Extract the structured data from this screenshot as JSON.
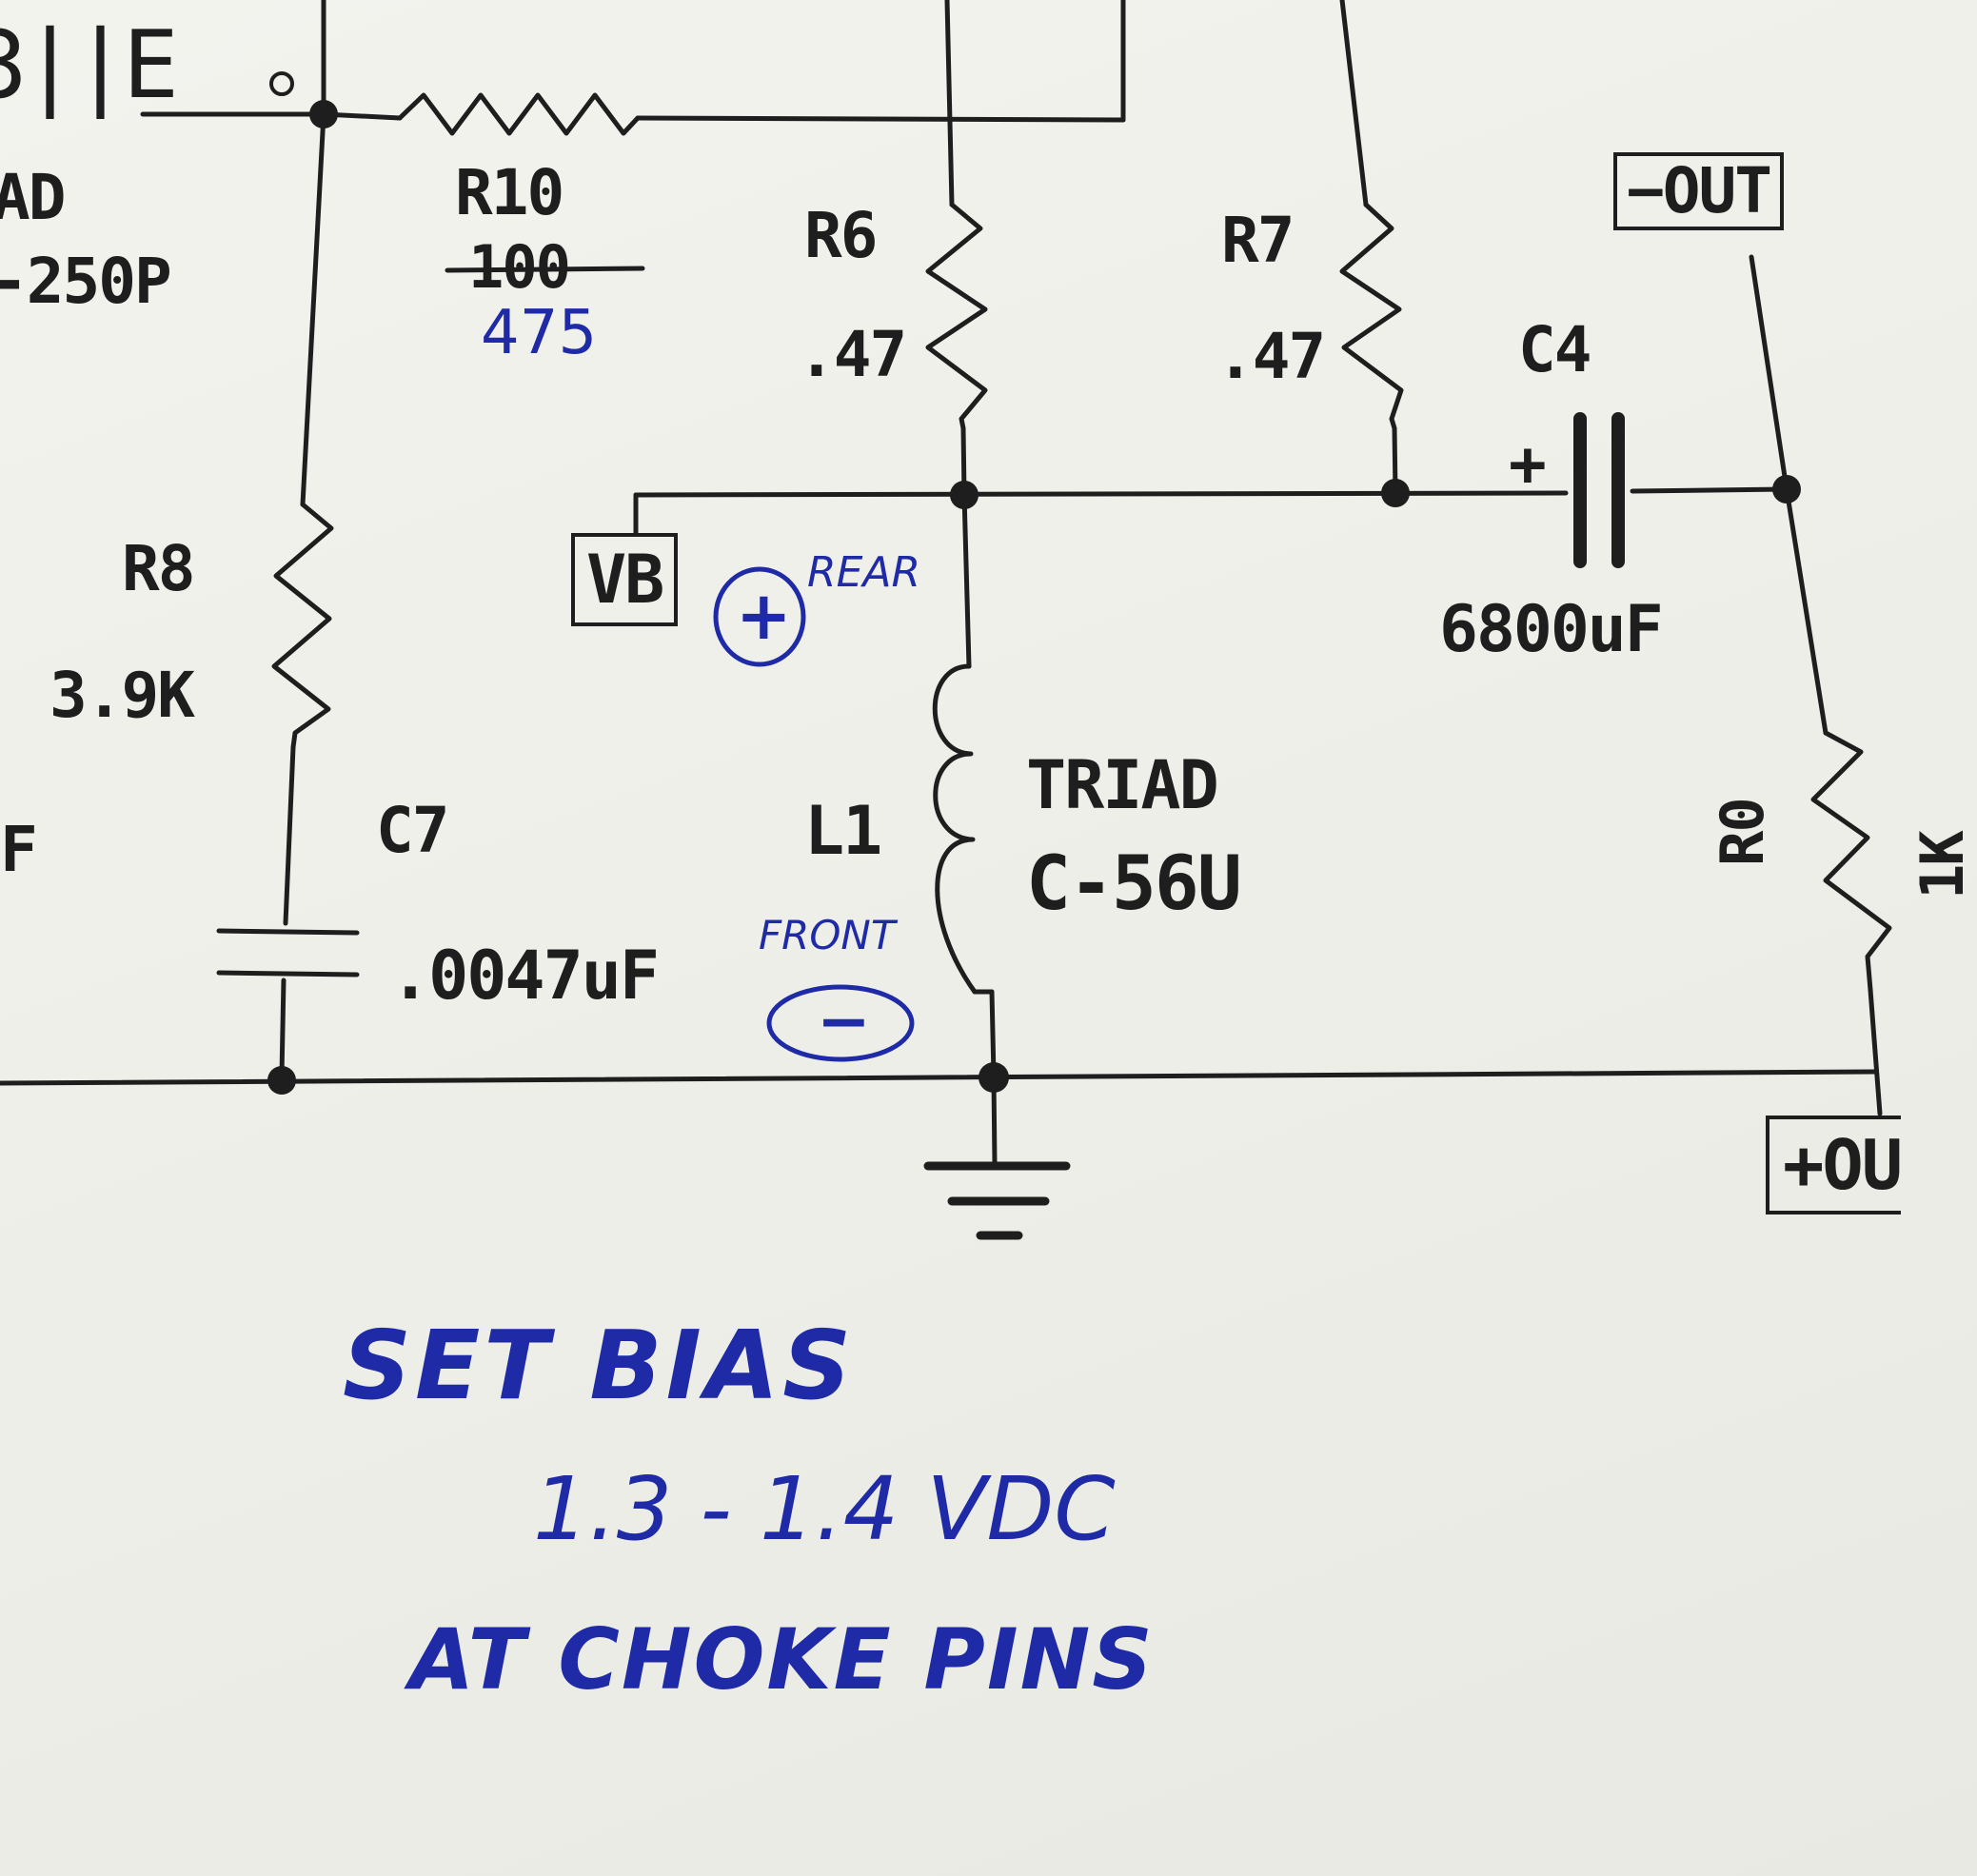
{
  "partial_labels": {
    "top_left_symbol": "3||E",
    "transformer_top": "AD",
    "transformer_part": "-250P",
    "left_edge": "F"
  },
  "resistors": {
    "r10": {
      "name": "R10",
      "value_crossed": "100",
      "value_handwritten": "475"
    },
    "r6": {
      "name": "R6",
      "value": ".47"
    },
    "r7": {
      "name": "R7",
      "value": ".47"
    },
    "r8": {
      "name": "R8",
      "value": "3.9K"
    },
    "r0": {
      "name": "R0",
      "value": "1K"
    }
  },
  "capacitors": {
    "c4": {
      "name": "C4",
      "value": "6800uF",
      "polarity": "+"
    },
    "c7": {
      "name": "C7",
      "value": ".0047uF"
    }
  },
  "inductor": {
    "name": "L1",
    "maker": "TRIAD",
    "part": "C-56U"
  },
  "terminals": {
    "vb": "VB",
    "out_minus": "−OUT",
    "out_plus": "+OU"
  },
  "annotations": {
    "rear_label": "REAR",
    "rear_sign": "+",
    "front_label": "FRONT",
    "front_sign": "−",
    "note_line1": "SET BIAS",
    "note_line2": "1.3 - 1.4 VDC",
    "note_line3": "AT CHOKE PINS"
  },
  "colors": {
    "ink": "#1e1e1e",
    "pen": "#1f2aa6",
    "paper": "#f0f0eb"
  }
}
